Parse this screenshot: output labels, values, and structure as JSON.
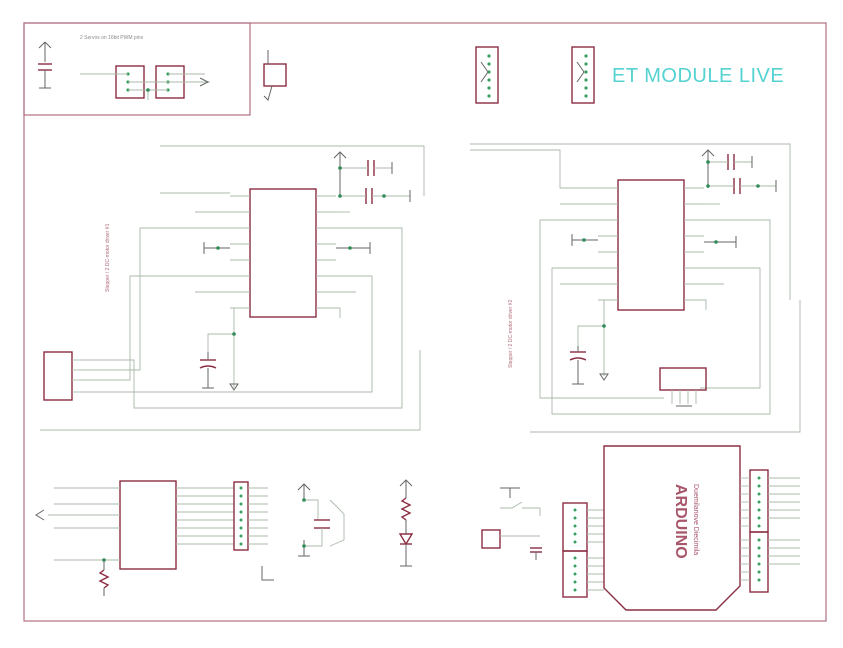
{
  "page_title": "ET MODULE LIVE",
  "servo_block": {
    "title": "2 Servos on 16bit PWM pins"
  },
  "stepper_block_1": {
    "title": "Stepper / 2 DC-motor driver #1"
  },
  "stepper_block_2": {
    "title": "Stepper / 2 DC-motor driver #2"
  },
  "arduino": {
    "title": "ARDUINO",
    "subtitle": "Duemilanove  Diecimila"
  },
  "colors": {
    "frame": "#b07080",
    "symbol": "#8b2e42",
    "wire": "#a9b9a9",
    "junction": "#2e8b57",
    "brand": "#55d2d2"
  }
}
